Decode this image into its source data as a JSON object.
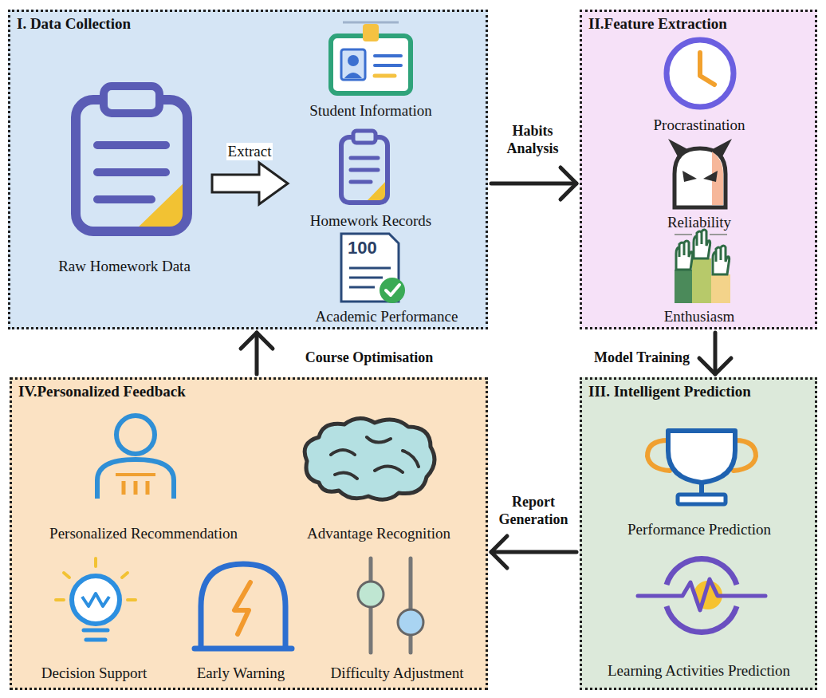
{
  "diagram": {
    "nodes": [
      {
        "text": [
          "I. Data Collection"
        ]
      },
      {
        "text": [
          "Raw Homework Data"
        ],
        "in": 0
      },
      {
        "text": [
          "Student Information"
        ],
        "in": 0
      },
      {
        "text": [
          "Homework Records"
        ],
        "in": 0
      },
      {
        "text": [
          "Academic Performance"
        ],
        "in": 0
      },
      {
        "text": [
          "II.Feature Extraction"
        ]
      },
      {
        "text": [
          "Procrastination"
        ],
        "in": 5
      },
      {
        "text": [
          "Reliability"
        ],
        "in": 5
      },
      {
        "text": [
          "Enthusiasm"
        ],
        "in": 5
      },
      {
        "text": [
          "III. Intelligent Prediction"
        ]
      },
      {
        "text": [
          "Performance Prediction"
        ],
        "in": 9
      },
      {
        "text": [
          "Learning Activities Prediction"
        ],
        "in": 9
      },
      {
        "text": [
          "IV.Personalized Feedback"
        ]
      },
      {
        "text": [
          "Personalized Recommendation"
        ],
        "in": 12
      },
      {
        "text": [
          "Advantage Recognition"
        ],
        "in": 12
      },
      {
        "text": [
          "Decision Support"
        ],
        "in": 12
      },
      {
        "text": [
          "Early Warning"
        ],
        "in": 12
      },
      {
        "text": [
          "Difficulty Adjustment"
        ],
        "in": 12
      }
    ],
    "edges": [
      {
        "from": 1,
        "to": 3,
        "label": "Extract",
        "arrow": "to"
      },
      {
        "from": 0,
        "to": 5,
        "label": "Habits Analysis",
        "arrow": "to"
      },
      {
        "from": 5,
        "to": 9,
        "label": "Model Training",
        "arrow": "to"
      },
      {
        "from": 9,
        "to": 12,
        "label": "Report Generation",
        "arrow": "to"
      },
      {
        "from": 12,
        "to": 0,
        "label": "Course Optimisation",
        "arrow": "to"
      }
    ],
    "labels": [
      "100"
    ]
  }
}
